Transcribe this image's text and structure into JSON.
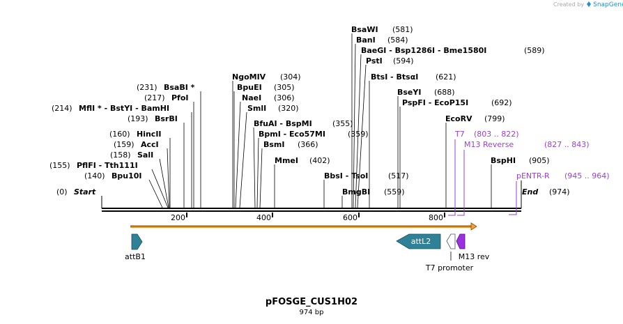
{
  "brand": {
    "created_by": "Created by",
    "name": "SnapGene"
  },
  "map": {
    "title": "pFOSGE_CUS1H02",
    "length_label": "974 bp",
    "total_bp": 974,
    "ticks": [
      {
        "pos": 200,
        "label": "200"
      },
      {
        "pos": 400,
        "label": "400"
      },
      {
        "pos": 600,
        "label": "600"
      },
      {
        "pos": 800,
        "label": "800"
      }
    ],
    "end_labels": [
      {
        "name": "Start",
        "pos": 0,
        "pos_label": "(0)"
      },
      {
        "name": "End",
        "pos": 974,
        "pos_label": "(974)"
      }
    ],
    "enzymes": [
      {
        "pos_label": "(231)",
        "name": "BsaBI *",
        "pos": 231
      },
      {
        "pos_label": "(217)",
        "name": "PfoI",
        "pos": 217
      },
      {
        "pos_label": "(214)",
        "name": "MflI * - BstYI - BamHI",
        "pos": 214
      },
      {
        "pos_label": "(193)",
        "name": "BsrBI",
        "pos": 193
      },
      {
        "pos_label": "(160)",
        "name": "HincII",
        "pos": 160
      },
      {
        "pos_label": "(159)",
        "name": "AccI",
        "pos": 159
      },
      {
        "pos_label": "(158)",
        "name": "SalI",
        "pos": 158
      },
      {
        "pos_label": "(155)",
        "name": "PflFI - Tth111I",
        "pos": 155
      },
      {
        "pos_label": "(140)",
        "name": "Bpu10I",
        "pos": 140
      },
      {
        "name": "NgoMIV",
        "pos_label": "(304)",
        "pos": 304
      },
      {
        "name": "BpuEI",
        "pos_label": "(305)",
        "pos": 305
      },
      {
        "name": "NaeI",
        "pos_label": "(306)",
        "pos": 306
      },
      {
        "name": "SmlI",
        "pos_label": "(320)",
        "pos": 320
      },
      {
        "name": "BfuAI - BspMI",
        "pos_label": "(355)",
        "pos": 355
      },
      {
        "name": "BpmI - Eco57MI",
        "pos_label": "(359)",
        "pos": 359
      },
      {
        "name": "BsmI",
        "pos_label": "(366)",
        "pos": 366
      },
      {
        "name": "MmeI",
        "pos_label": "(402)",
        "pos": 402
      },
      {
        "name": "BsaWI",
        "pos_label": "(581)",
        "pos": 581
      },
      {
        "name": "BanI",
        "pos_label": "(584)",
        "pos": 584
      },
      {
        "name": "BaeGI - Bsp1286I - Bme1580I",
        "pos_label": "(589)",
        "pos": 589
      },
      {
        "name": "PstI",
        "pos_label": "(594)",
        "pos": 594
      },
      {
        "name": "BtsI - BtsαI",
        "pos_label": "(621)",
        "pos": 621
      },
      {
        "name": "BseYI",
        "pos_label": "(688)",
        "pos": 688
      },
      {
        "name": "PspFI - EcoP15I",
        "pos_label": "(692)",
        "pos": 692
      },
      {
        "name": "EcoRV",
        "pos_label": "(799)",
        "pos": 799
      },
      {
        "name": "BbsI - TsoI",
        "pos_label": "(517)",
        "pos": 517
      },
      {
        "name": "BmgBI",
        "pos_label": "(559)",
        "pos": 559
      },
      {
        "name": "BspHI",
        "pos_label": "(905)",
        "pos": 905
      }
    ],
    "primers": [
      {
        "name": "T7",
        "range_label": "(803 .. 822)",
        "start": 803,
        "end": 822,
        "color": "#9b3fd6"
      },
      {
        "name": "M13 Reverse",
        "range_label": "(827 .. 843)",
        "start": 827,
        "end": 843,
        "color": "#9b3fd6"
      },
      {
        "name": "pENTR-R",
        "range_label": "(945 .. 964)",
        "start": 945,
        "end": 964,
        "color": "#9b3fd6"
      }
    ],
    "features": [
      {
        "name": "attB1",
        "color": "#2e8196"
      },
      {
        "name": "attL2",
        "color": "#2e8196"
      },
      {
        "name": "T7 promoter",
        "color": "#ffffff"
      },
      {
        "name": "M13 rev",
        "color": "#9b30e0"
      }
    ],
    "orf_color": "#f2a23a"
  }
}
